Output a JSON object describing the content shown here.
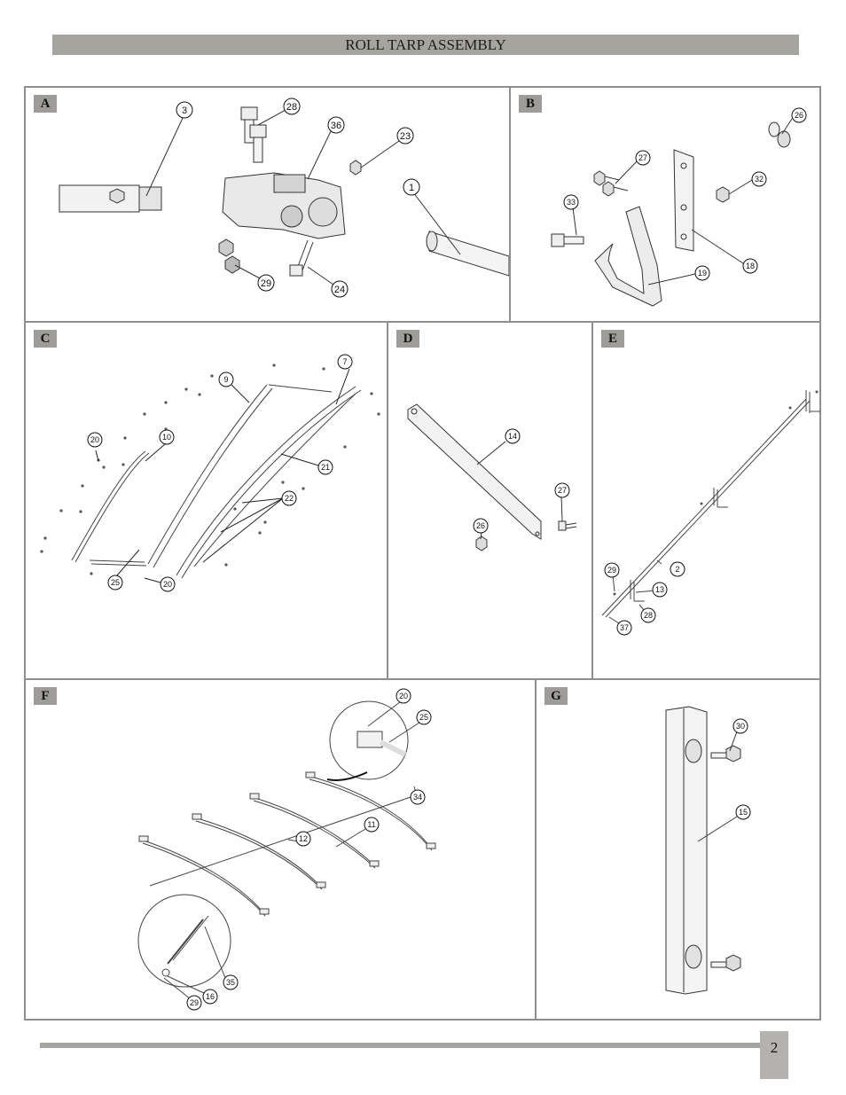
{
  "header": {
    "title": "ROLL TARP ASSEMBLY"
  },
  "panels": {
    "A": {
      "letter": "A",
      "callouts": [
        "3",
        "28",
        "36",
        "23",
        "1",
        "29",
        "24"
      ]
    },
    "B": {
      "letter": "B",
      "callouts": [
        "26",
        "27",
        "32",
        "33",
        "18",
        "19"
      ]
    },
    "C": {
      "letter": "C",
      "callouts": [
        "7",
        "9",
        "10",
        "20",
        "21",
        "22",
        "25",
        "20"
      ]
    },
    "D": {
      "letter": "D",
      "callouts": [
        "14",
        "27",
        "26"
      ]
    },
    "E": {
      "letter": "E",
      "callouts": [
        "2",
        "29",
        "13",
        "28",
        "37"
      ]
    },
    "F": {
      "letter": "F",
      "callouts": [
        "20",
        "25",
        "34",
        "11",
        "12",
        "35",
        "16",
        "29"
      ]
    },
    "G": {
      "letter": "G",
      "callouts": [
        "30",
        "15"
      ]
    }
  },
  "footer": {
    "page_number": "2"
  },
  "colors": {
    "bar": "#a6a49f",
    "border": "#8f8f8f",
    "line": "#333333"
  }
}
